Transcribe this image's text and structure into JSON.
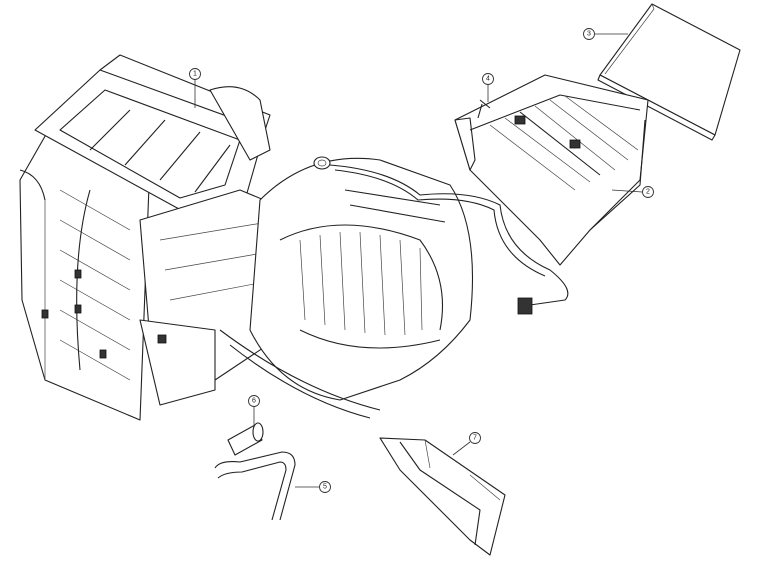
{
  "diagram": {
    "type": "exploded-parts-view",
    "callouts": [
      {
        "id": "1",
        "label": "1"
      },
      {
        "id": "2",
        "label": "2"
      },
      {
        "id": "3",
        "label": "3"
      },
      {
        "id": "4",
        "label": "4"
      },
      {
        "id": "5",
        "label": "5"
      },
      {
        "id": "6",
        "label": "6"
      },
      {
        "id": "7",
        "label": "7"
      }
    ],
    "line_color": "#222222",
    "background": "#ffffff"
  }
}
